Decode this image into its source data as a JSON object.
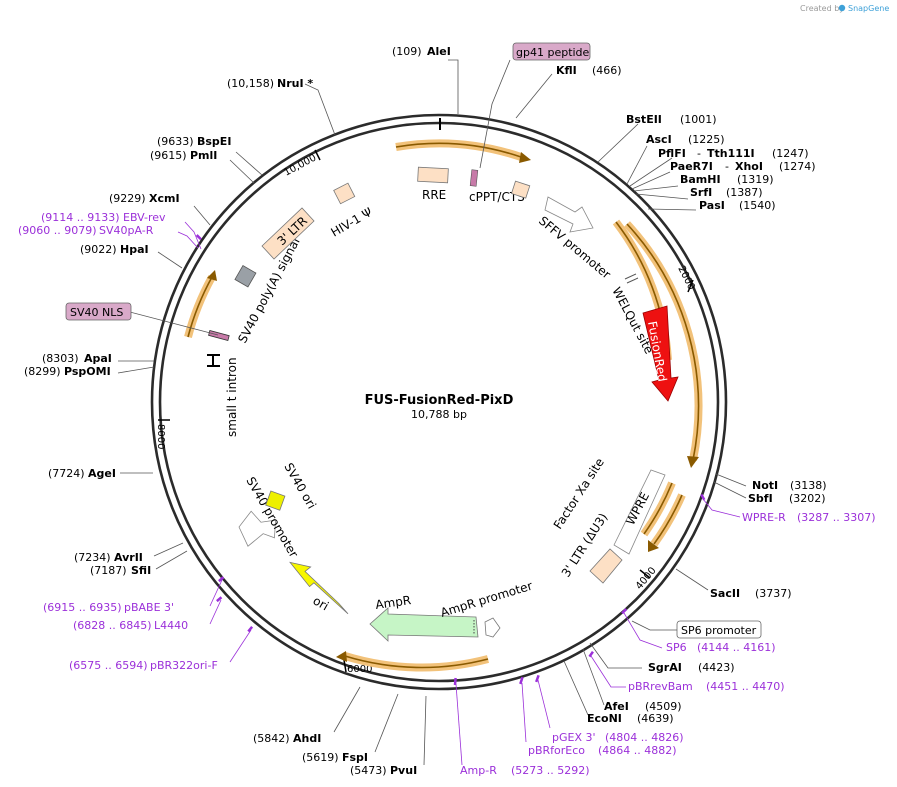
{
  "credit": {
    "created_by": "Created by",
    "brand": "SnapGene"
  },
  "map": {
    "name": "FUS-FusionRed-PixD",
    "size": "10,788 bp"
  },
  "ticks": [
    "10,000",
    "2000",
    "4000",
    "6000",
    "8000"
  ],
  "features": {
    "rre": "RRE",
    "cppt": "cPPT/CTS",
    "sffv": "SFFV promoter",
    "welq": "WELQut site",
    "fusionred": "FusionRed",
    "factorxa": "Factor Xa site",
    "wpre": "WPRE",
    "ltr3": "3' LTR (ΔU3)",
    "ampr": "AmpR",
    "ampr_promoter": "AmpR promoter",
    "ori": "ori",
    "sv40_promoter": "SV40 promoter",
    "sv40_ori": "SV40 ori",
    "small_t": "small t intron",
    "sv40_polya": "SV40 poly(A) signal",
    "ltr3_left": "3' LTR",
    "hiv_psi": "HIV-1 Ψ"
  },
  "boxed": {
    "gp41": "gp41 peptide",
    "sv40nls": "SV40 NLS",
    "sp6promoter": "SP6 promoter"
  },
  "sites": {
    "alei": {
      "pos": "(109)",
      "name": "AleI"
    },
    "kfli": {
      "name": "KflI",
      "pos": "(466)"
    },
    "nrui": {
      "pos": "(10,158)",
      "name": "NruI *"
    },
    "bsteii": {
      "name": "BstEII",
      "pos": "(1001)"
    },
    "asci": {
      "name": "AscI",
      "pos": "(1225)"
    },
    "pflfi": {
      "name": "PflFI",
      "sep": "-",
      "name2": "Tth111I",
      "pos": "(1247)"
    },
    "paer7i": {
      "name": "PaeR7I",
      "sep": "-",
      "name2": "XhoI",
      "pos": "(1274)"
    },
    "bamhi": {
      "name": "BamHI",
      "pos": "(1319)"
    },
    "srfi": {
      "name": "SrfI",
      "pos": "(1387)"
    },
    "pasi": {
      "name": "PasI",
      "pos": "(1540)"
    },
    "bspei": {
      "pos": "(9633)",
      "name": "BspEI"
    },
    "pmli": {
      "pos": "(9615)",
      "name": "PmlI"
    },
    "xcmi": {
      "pos": "(9229)",
      "name": "XcmI"
    },
    "hpai": {
      "pos": "(9022)",
      "name": "HpaI"
    },
    "apai": {
      "pos": "(8303)",
      "name": "ApaI"
    },
    "pspomi": {
      "pos": "(8299)",
      "name": "PspOMI"
    },
    "agei": {
      "pos": "(7724)",
      "name": "AgeI"
    },
    "avrii": {
      "pos": "(7234)",
      "name": "AvrII"
    },
    "sfii": {
      "pos": "(7187)",
      "name": "SfiI"
    },
    "ahdi": {
      "pos": "(5842)",
      "name": "AhdI"
    },
    "fspi": {
      "pos": "(5619)",
      "name": "FspI"
    },
    "pvui": {
      "pos": "(5473)",
      "name": "PvuI"
    },
    "noti": {
      "name": "NotI",
      "pos": "(3138)"
    },
    "sbfi": {
      "name": "SbfI",
      "pos": "(3202)"
    },
    "sacii": {
      "name": "SacII",
      "pos": "(3737)"
    },
    "sgrai": {
      "name": "SgrAI",
      "pos": "(4423)"
    },
    "afei": {
      "name": "AfeI",
      "pos": "(4509)"
    },
    "econi": {
      "name": "EcoNI",
      "pos": "(4639)"
    }
  },
  "primers": {
    "ebvrev": {
      "range": "(9114 .. 9133)",
      "name": "EBV-rev"
    },
    "sv40par": {
      "range": "(9060 .. 9079)",
      "name": "SV40pA-R"
    },
    "pbabe3": {
      "range": "(6915 .. 6935)",
      "name": "pBABE 3'"
    },
    "l4440": {
      "range": "(6828 .. 6845)",
      "name": "L4440"
    },
    "pbr322orif": {
      "range": "(6575 .. 6594)",
      "name": "pBR322ori-F"
    },
    "wprer": {
      "name": "WPRE-R",
      "range": "(3287 .. 3307)"
    },
    "sp6": {
      "name": "SP6",
      "range": "(4144 .. 4161)"
    },
    "pbrrevbam": {
      "name": "pBRrevBam",
      "range": "(4451 .. 4470)"
    },
    "pgex3": {
      "name": "pGEX 3'",
      "range": "(4804 .. 4826)"
    },
    "pbrforeco": {
      "name": "pBRforEco",
      "range": "(4864 .. 4882)"
    },
    "ampr": {
      "name": "Amp-R",
      "range": "(5273 .. 5292)"
    }
  },
  "colors": {
    "backbone": "#2b2b2b",
    "orf_arrow": "#f2c27a",
    "orf_line": "#8a5a00",
    "feature_tan": "#fde0c5",
    "fusionred": "#ee1111",
    "ampr": "#c6f5c6",
    "ori": "#f7f700",
    "sv40_ori": "#eef000",
    "polya": "#9aa0a6",
    "primer": "#9b30d9",
    "tag_box": "#d9a9c9"
  }
}
